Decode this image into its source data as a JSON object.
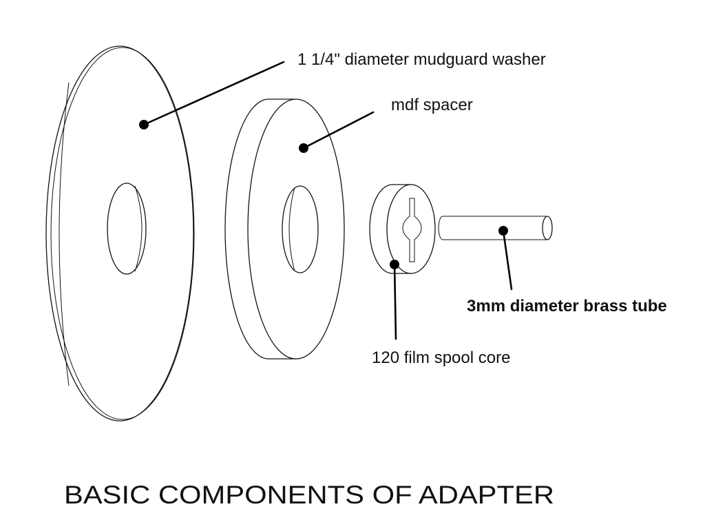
{
  "labels": {
    "washer": "1 1/4\" diameter mudguard washer",
    "spacer": "mdf spacer",
    "tube": "3mm diameter brass tube",
    "core": "120 film spool core"
  },
  "title": "BASIC COMPONENTS OF ADAPTER"
}
